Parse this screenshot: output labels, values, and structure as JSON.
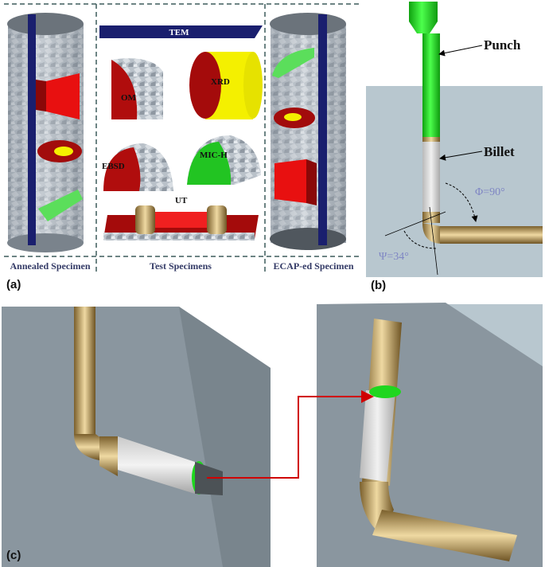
{
  "panel_a": {
    "tem": "TEM",
    "om": "OM",
    "xrd": "XRD",
    "ebsd": "EBSD",
    "micro_h": "MIC-H",
    "ut": "UT",
    "caption_left": "Annealed Specimen",
    "caption_mid": "Test Specimens",
    "caption_right": "ECAP-ed Specimen",
    "label": "(a)"
  },
  "panel_b": {
    "punch": "Punch",
    "billet": "Billet",
    "phi": "Φ=90°",
    "psi": "Ψ=34°",
    "label": "(b)"
  },
  "panel_c": {
    "label": "(c)"
  },
  "colors": {
    "blue_plate": "#1a1f6e",
    "red": "#e01010",
    "yellow": "#f4f000",
    "green": "#2ee02e",
    "punch_green": "#1ee81e",
    "gold": "#c7a86a",
    "die_bg": "#b8c7cf",
    "die_grey": "#7b8790",
    "arrow_red": "#d00000"
  }
}
